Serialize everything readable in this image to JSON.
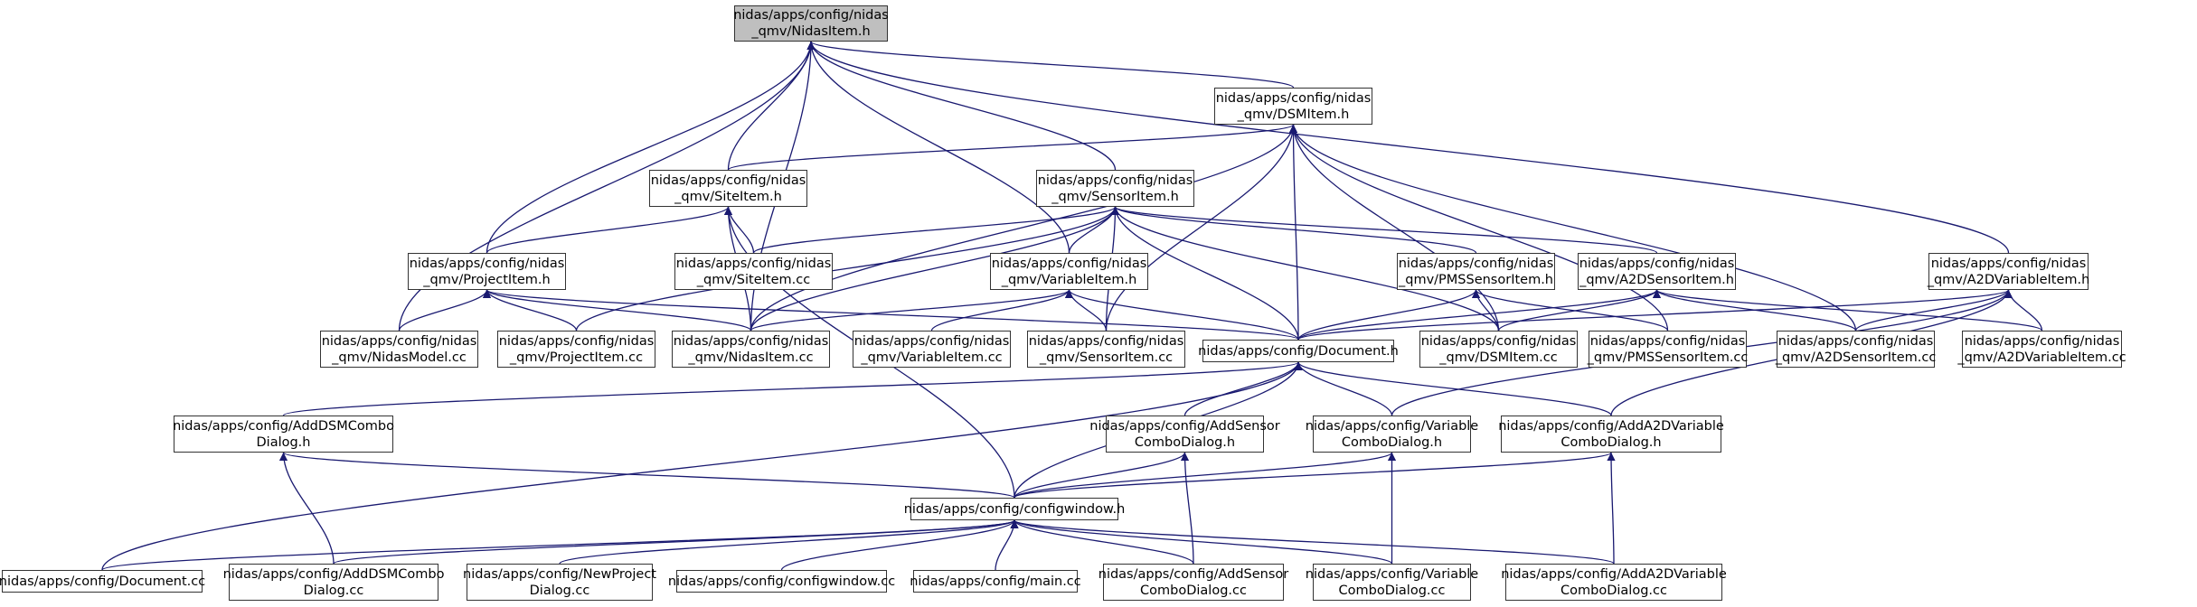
{
  "style": {
    "edge_color": "#191970",
    "root_fill": "#bfbfbf",
    "node_border": "#333333"
  },
  "nodes": [
    {
      "id": "n_nidasitem_h",
      "lines": [
        "nidas/apps/config/nidas",
        "_qmv/NidasItem.h"
      ],
      "root": true
    },
    {
      "id": "n_dsmitem_h",
      "lines": [
        "nidas/apps/config/nidas",
        "_qmv/DSMItem.h"
      ]
    },
    {
      "id": "n_siteitem_h",
      "lines": [
        "nidas/apps/config/nidas",
        "_qmv/SiteItem.h"
      ]
    },
    {
      "id": "n_sensoritem_h",
      "lines": [
        "nidas/apps/config/nidas",
        "_qmv/SensorItem.h"
      ]
    },
    {
      "id": "n_projectitem_h",
      "lines": [
        "nidas/apps/config/nidas",
        "_qmv/ProjectItem.h"
      ]
    },
    {
      "id": "n_siteitem_cc",
      "lines": [
        "nidas/apps/config/nidas",
        "_qmv/SiteItem.cc"
      ]
    },
    {
      "id": "n_variableitem_h",
      "lines": [
        "nidas/apps/config/nidas",
        "_qmv/VariableItem.h"
      ]
    },
    {
      "id": "n_pmssensoritem_h",
      "lines": [
        "nidas/apps/config/nidas",
        "_qmv/PMSSensorItem.h"
      ]
    },
    {
      "id": "n_a2dsensoritem_h",
      "lines": [
        "nidas/apps/config/nidas",
        "_qmv/A2DSensorItem.h"
      ]
    },
    {
      "id": "n_a2dvariableitem_h",
      "lines": [
        "nidas/apps/config/nidas",
        "_qmv/A2DVariableItem.h"
      ]
    },
    {
      "id": "n_nidasmodel_cc",
      "lines": [
        "nidas/apps/config/nidas",
        "_qmv/NidasModel.cc"
      ]
    },
    {
      "id": "n_projectitem_cc",
      "lines": [
        "nidas/apps/config/nidas",
        "_qmv/ProjectItem.cc"
      ]
    },
    {
      "id": "n_nidasitem_cc",
      "lines": [
        "nidas/apps/config/nidas",
        "_qmv/NidasItem.cc"
      ]
    },
    {
      "id": "n_variableitem_cc",
      "lines": [
        "nidas/apps/config/nidas",
        "_qmv/VariableItem.cc"
      ]
    },
    {
      "id": "n_sensoritem_cc",
      "lines": [
        "nidas/apps/config/nidas",
        "_qmv/SensorItem.cc"
      ]
    },
    {
      "id": "n_document_h",
      "lines": [
        "nidas/apps/config/Document.h"
      ]
    },
    {
      "id": "n_dsmitem_cc",
      "lines": [
        "nidas/apps/config/nidas",
        "_qmv/DSMItem.cc"
      ]
    },
    {
      "id": "n_pmssensoritem_cc",
      "lines": [
        "nidas/apps/config/nidas",
        "_qmv/PMSSensorItem.cc"
      ]
    },
    {
      "id": "n_a2dsensoritem_cc",
      "lines": [
        "nidas/apps/config/nidas",
        "_qmv/A2DSensorItem.cc"
      ]
    },
    {
      "id": "n_a2dvariableitem_cc",
      "lines": [
        "nidas/apps/config/nidas",
        "_qmv/A2DVariableItem.cc"
      ]
    },
    {
      "id": "n_adddsmcombodialog_h",
      "lines": [
        "nidas/apps/config/AddDSMCombo",
        "Dialog.h"
      ]
    },
    {
      "id": "n_addsensorcombodialog_h",
      "lines": [
        "nidas/apps/config/AddSensor",
        "ComboDialog.h"
      ]
    },
    {
      "id": "n_variablecombodialog_h",
      "lines": [
        "nidas/apps/config/Variable",
        "ComboDialog.h"
      ]
    },
    {
      "id": "n_adda2dvariablecombodialog_h",
      "lines": [
        "nidas/apps/config/AddA2DVariable",
        "ComboDialog.h"
      ]
    },
    {
      "id": "n_configwindow_h",
      "lines": [
        "nidas/apps/config/configwindow.h"
      ]
    },
    {
      "id": "n_document_cc",
      "lines": [
        "nidas/apps/config/Document.cc"
      ]
    },
    {
      "id": "n_adddsmcombodialog_cc",
      "lines": [
        "nidas/apps/config/AddDSMCombo",
        "Dialog.cc"
      ]
    },
    {
      "id": "n_newprojectdialog_cc",
      "lines": [
        "nidas/apps/config/NewProject",
        "Dialog.cc"
      ]
    },
    {
      "id": "n_configwindow_cc",
      "lines": [
        "nidas/apps/config/configwindow.cc"
      ]
    },
    {
      "id": "n_main_cc",
      "lines": [
        "nidas/apps/config/main.cc"
      ]
    },
    {
      "id": "n_addsensorcombodialog_cc",
      "lines": [
        "nidas/apps/config/AddSensor",
        "ComboDialog.cc"
      ]
    },
    {
      "id": "n_variablecombodialog_cc",
      "lines": [
        "nidas/apps/config/Variable",
        "ComboDialog.cc"
      ]
    },
    {
      "id": "n_adda2dvariablecombodialog_cc",
      "lines": [
        "nidas/apps/config/AddA2DVariable",
        "ComboDialog.cc"
      ]
    }
  ],
  "edges": [
    [
      "n_dsmitem_h",
      "n_nidasitem_h"
    ],
    [
      "n_siteitem_h",
      "n_nidasitem_h"
    ],
    [
      "n_sensoritem_h",
      "n_nidasitem_h"
    ],
    [
      "n_projectitem_h",
      "n_nidasitem_h"
    ],
    [
      "n_variableitem_h",
      "n_nidasitem_h"
    ],
    [
      "n_a2dvariableitem_h",
      "n_nidasitem_h"
    ],
    [
      "n_nidasmodel_cc",
      "n_nidasitem_h"
    ],
    [
      "n_nidasitem_cc",
      "n_nidasitem_h"
    ],
    [
      "n_siteitem_h",
      "n_dsmitem_h"
    ],
    [
      "n_nidasitem_cc",
      "n_dsmitem_h"
    ],
    [
      "n_sensoritem_cc",
      "n_dsmitem_h"
    ],
    [
      "n_document_h",
      "n_dsmitem_h"
    ],
    [
      "n_dsmitem_cc",
      "n_dsmitem_h"
    ],
    [
      "n_pmssensoritem_cc",
      "n_dsmitem_h"
    ],
    [
      "n_a2dsensoritem_cc",
      "n_dsmitem_h"
    ],
    [
      "n_projectitem_h",
      "n_siteitem_h"
    ],
    [
      "n_siteitem_cc",
      "n_siteitem_h"
    ],
    [
      "n_nidasitem_cc",
      "n_siteitem_h"
    ],
    [
      "n_configwindow_h",
      "n_siteitem_h"
    ],
    [
      "n_variableitem_h",
      "n_sensoritem_h"
    ],
    [
      "n_pmssensoritem_h",
      "n_sensoritem_h"
    ],
    [
      "n_a2dsensoritem_h",
      "n_sensoritem_h"
    ],
    [
      "n_projectitem_cc",
      "n_sensoritem_h"
    ],
    [
      "n_nidasitem_cc",
      "n_sensoritem_h"
    ],
    [
      "n_sensoritem_cc",
      "n_sensoritem_h"
    ],
    [
      "n_document_h",
      "n_sensoritem_h"
    ],
    [
      "n_dsmitem_cc",
      "n_sensoritem_h"
    ],
    [
      "n_siteitem_cc",
      "n_sensoritem_h"
    ],
    [
      "n_nidasmodel_cc",
      "n_projectitem_h"
    ],
    [
      "n_projectitem_cc",
      "n_projectitem_h"
    ],
    [
      "n_nidasitem_cc",
      "n_projectitem_h"
    ],
    [
      "n_document_h",
      "n_projectitem_h"
    ],
    [
      "n_nidasitem_cc",
      "n_variableitem_h"
    ],
    [
      "n_variableitem_cc",
      "n_variableitem_h"
    ],
    [
      "n_sensoritem_cc",
      "n_variableitem_h"
    ],
    [
      "n_document_h",
      "n_variableitem_h"
    ],
    [
      "n_document_h",
      "n_pmssensoritem_h"
    ],
    [
      "n_dsmitem_cc",
      "n_pmssensoritem_h"
    ],
    [
      "n_pmssensoritem_cc",
      "n_pmssensoritem_h"
    ],
    [
      "n_document_h",
      "n_a2dsensoritem_h"
    ],
    [
      "n_dsmitem_cc",
      "n_a2dsensoritem_h"
    ],
    [
      "n_a2dsensoritem_cc",
      "n_a2dsensoritem_h"
    ],
    [
      "n_a2dvariableitem_cc",
      "n_a2dsensoritem_h"
    ],
    [
      "n_document_h",
      "n_a2dvariableitem_h"
    ],
    [
      "n_a2dsensoritem_cc",
      "n_a2dvariableitem_h"
    ],
    [
      "n_a2dvariableitem_cc",
      "n_a2dvariableitem_h"
    ],
    [
      "n_variablecombodialog_h",
      "n_a2dvariableitem_h"
    ],
    [
      "n_adda2dvariablecombodialog_h",
      "n_a2dvariableitem_h"
    ],
    [
      "n_adddsmcombodialog_h",
      "n_document_h"
    ],
    [
      "n_addsensorcombodialog_h",
      "n_document_h"
    ],
    [
      "n_variablecombodialog_h",
      "n_document_h"
    ],
    [
      "n_adda2dvariablecombodialog_h",
      "n_document_h"
    ],
    [
      "n_configwindow_h",
      "n_document_h"
    ],
    [
      "n_document_cc",
      "n_document_h"
    ],
    [
      "n_configwindow_h",
      "n_adddsmcombodialog_h"
    ],
    [
      "n_adddsmcombodialog_cc",
      "n_adddsmcombodialog_h"
    ],
    [
      "n_configwindow_h",
      "n_addsensorcombodialog_h"
    ],
    [
      "n_addsensorcombodialog_cc",
      "n_addsensorcombodialog_h"
    ],
    [
      "n_configwindow_h",
      "n_variablecombodialog_h"
    ],
    [
      "n_variablecombodialog_cc",
      "n_variablecombodialog_h"
    ],
    [
      "n_configwindow_h",
      "n_adda2dvariablecombodialog_h"
    ],
    [
      "n_adda2dvariablecombodialog_cc",
      "n_adda2dvariablecombodialog_h"
    ],
    [
      "n_document_cc",
      "n_configwindow_h"
    ],
    [
      "n_adddsmcombodialog_cc",
      "n_configwindow_h"
    ],
    [
      "n_newprojectdialog_cc",
      "n_configwindow_h"
    ],
    [
      "n_configwindow_cc",
      "n_configwindow_h"
    ],
    [
      "n_main_cc",
      "n_configwindow_h"
    ],
    [
      "n_addsensorcombodialog_cc",
      "n_configwindow_h"
    ],
    [
      "n_variablecombodialog_cc",
      "n_configwindow_h"
    ],
    [
      "n_adda2dvariablecombodialog_cc",
      "n_configwindow_h"
    ]
  ]
}
